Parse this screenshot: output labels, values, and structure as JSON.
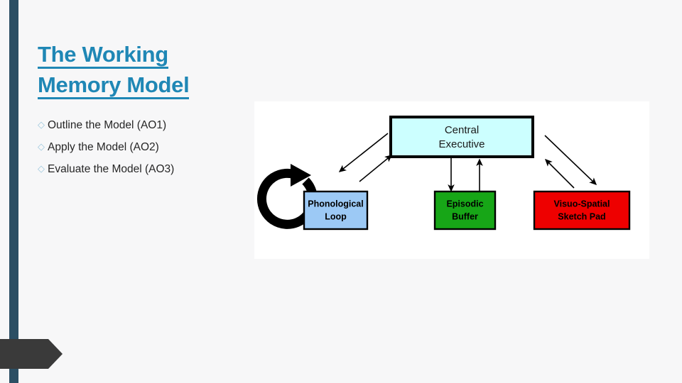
{
  "slide": {
    "title_line1": "The Working",
    "title_line2": "Memory Model",
    "title_color": "#1F87B5",
    "background_color": "#F7F7F8",
    "accent_bar_color": "#2C4F64",
    "chevron_color": "#3A3A3A"
  },
  "bullets": [
    {
      "marker": "diamond-bullet",
      "text": "Outline the Model (AO1)"
    },
    {
      "marker": "diamond-bullet",
      "text": "Apply the Model (AO2)"
    },
    {
      "marker": "diamond-bullet",
      "text": "Evaluate the Model (AO3)"
    }
  ],
  "diagram": {
    "background_color": "#FFFFFF",
    "boxes": {
      "central_executive": {
        "label_line1": "Central",
        "label_line2": "Executive",
        "fill": "#CCFFFF",
        "stroke": "#000000"
      },
      "phonological_loop": {
        "label_line1": "Phonological",
        "label_line2": "Loop",
        "fill": "#9CC9F5",
        "stroke": "#000000"
      },
      "episodic_buffer": {
        "label_line1": "Episodic",
        "label_line2": "Buffer",
        "fill": "#17A617",
        "stroke": "#000000"
      },
      "visuo_spatial_sketch_pad": {
        "label_line1": "Visuo-Spatial",
        "label_line2": "Sketch Pad",
        "fill": "#EE0000",
        "stroke": "#000000"
      }
    },
    "connectors": [
      {
        "name": "ce-to-phonological-loop",
        "direction": "down-left"
      },
      {
        "name": "phonological-loop-to-ce",
        "direction": "up-right"
      },
      {
        "name": "ce-to-episodic-buffer",
        "direction": "down"
      },
      {
        "name": "episodic-buffer-to-ce",
        "direction": "up"
      },
      {
        "name": "ce-to-sketch-pad",
        "direction": "down-right"
      },
      {
        "name": "sketch-pad-to-ce",
        "direction": "up-left"
      },
      {
        "name": "rehearsal-loop",
        "direction": "clockwise-circular"
      }
    ]
  }
}
